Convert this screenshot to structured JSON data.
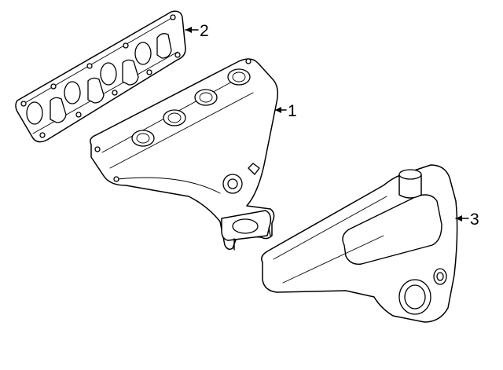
{
  "diagram": {
    "callouts": [
      {
        "id": "1",
        "label": "1"
      },
      {
        "id": "2",
        "label": "2"
      },
      {
        "id": "3",
        "label": "3"
      }
    ],
    "parts": [
      {
        "callout": "1",
        "part": "exhaust-manifold"
      },
      {
        "callout": "2",
        "part": "manifold-gasket"
      },
      {
        "callout": "3",
        "part": "heat-shield"
      }
    ]
  }
}
